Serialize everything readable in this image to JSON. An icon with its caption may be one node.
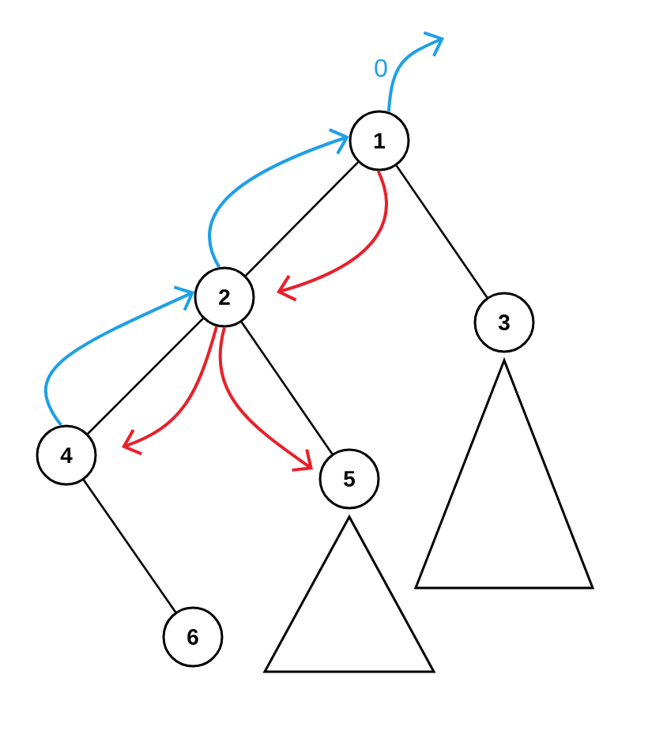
{
  "diagram": {
    "nodes": [
      {
        "text": [
          "1"
        ]
      },
      {
        "text": [
          "2"
        ]
      },
      {
        "text": [
          "3"
        ]
      },
      {
        "text": [
          "4"
        ]
      },
      {
        "text": [
          "5"
        ]
      },
      {
        "text": [
          "6"
        ]
      },
      {
        "text": [],
        "shape": "triangle"
      },
      {
        "text": [],
        "shape": "triangle"
      }
    ],
    "edges": [
      {
        "from": 0,
        "to": 1,
        "arrow": "none"
      },
      {
        "from": 0,
        "to": 2,
        "arrow": "none"
      },
      {
        "from": 1,
        "to": 3,
        "arrow": "none"
      },
      {
        "from": 1,
        "to": 4,
        "arrow": "none"
      },
      {
        "from": 3,
        "to": 5,
        "arrow": "none"
      },
      {
        "from": 1,
        "to": 0,
        "arrow": "to",
        "color": "#1ea0e6"
      },
      {
        "from": 3,
        "to": 1,
        "arrow": "to",
        "color": "#1ea0e6"
      },
      {
        "from": 0,
        "to": null,
        "arrow": "to",
        "color": "#1ea0e6",
        "label": "0"
      },
      {
        "from": 0,
        "to": 1,
        "arrow": "to",
        "color": "#e8202a"
      },
      {
        "from": 1,
        "to": 3,
        "arrow": "to",
        "color": "#e8202a"
      },
      {
        "from": 1,
        "to": 4,
        "arrow": "to",
        "color": "#e8202a"
      }
    ]
  }
}
